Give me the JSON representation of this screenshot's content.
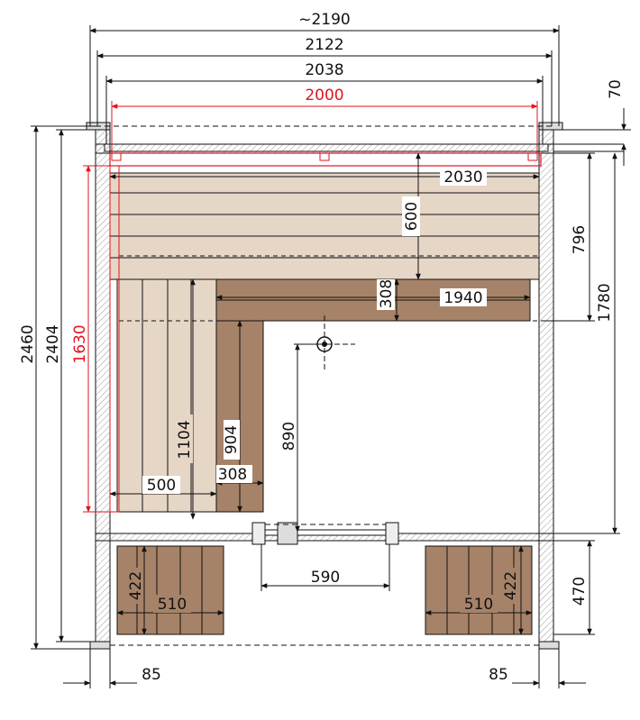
{
  "colors": {
    "dimension_red": "#e0141e",
    "bench_light": "#e6d6c6",
    "bench_dark": "#a68368",
    "wall_hatch": "#9a9a9a",
    "line": "#111111"
  },
  "dimensions": {
    "overall_approx": "~2190",
    "outer_width": "2122",
    "inner_width": "2038",
    "red_width": "2000",
    "roof_overhang": "70",
    "upper_bench_length": "2030",
    "upper_bench_depth": "600",
    "lower_bench_length": "1940",
    "lower_bench_depth": "308",
    "side_to_bench": "796",
    "side_depth": "1780",
    "total_depth": "2460",
    "inner_depth": "2404",
    "red_depth": "1630",
    "side_bench_length": "1104",
    "side_lower_length": "904",
    "side_bench_width": "500",
    "side_lower_width": "308",
    "door_distance": "890",
    "door_width": "590",
    "porch_depth": "470",
    "left_box_depth": "422",
    "left_box_width": "510",
    "right_box_depth": "422",
    "right_box_width": "510",
    "left_post": "85",
    "right_post": "85"
  }
}
